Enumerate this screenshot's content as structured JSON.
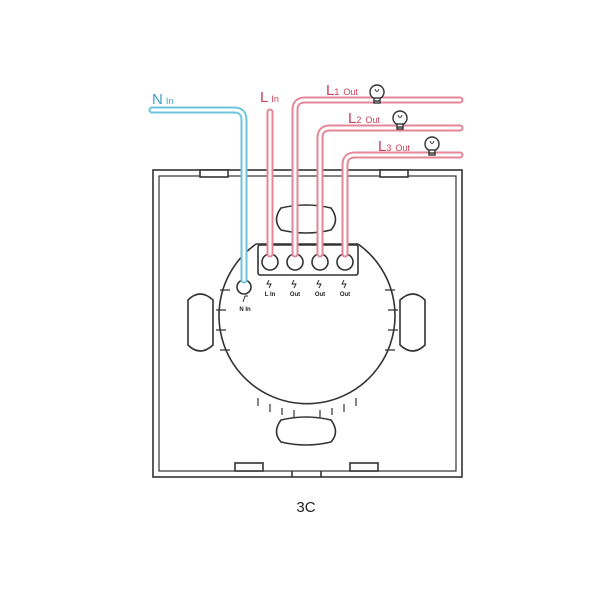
{
  "wire_labels": {
    "n": {
      "main": "N",
      "sub": "In"
    },
    "l": {
      "main": "L",
      "sub": "In"
    },
    "l1": {
      "main": "L",
      "num": "1",
      "sub": "Out"
    },
    "l2": {
      "main": "L",
      "num": "2",
      "sub": "Out"
    },
    "l3": {
      "main": "L",
      "num": "3",
      "sub": "Out"
    }
  },
  "terminal_labels": {
    "n": "N In",
    "l": "L In",
    "o1": "Out",
    "o2": "Out",
    "o3": "Out"
  },
  "model": "3C",
  "colors": {
    "neutral": "#6cc4de",
    "live": "#e58699",
    "stroke": "#333333",
    "text_blue": "#3a9fcb",
    "text_red": "#c9405a"
  }
}
